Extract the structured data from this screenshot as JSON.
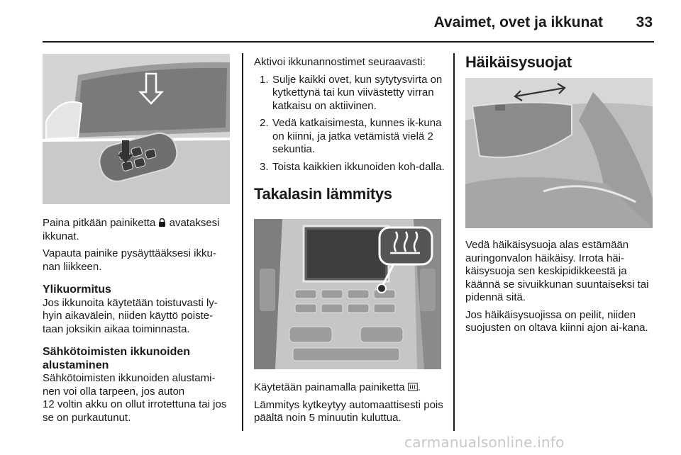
{
  "header": {
    "title": "Avaimet, ovet ja ikkunat",
    "page_number": "33"
  },
  "left_column": {
    "para1_a": "Paina pitkään painiketta ",
    "para1_icon": "lock-icon",
    "para1_b": " avataksesi ikkunat.",
    "para2": "Vapauta painike pysäyttääksesi ikku-nan liikkeen.",
    "overload_heading": "Ylikuormitus",
    "overload_text": "Jos ikkunoita käytetään toistuvasti ly-hyin aikavälein, niiden käyttö poiste-taan joksikin aikaa toiminnasta.",
    "init_heading": "Sähkötoimisten ikkunoiden alustaminen",
    "init_text_1": "Sähkötoimisten ikkunoiden alustami-nen voi olla tarpeen, jos auton",
    "init_text_2": "12 voltin akku on ollut irrotettuna tai jos se on purkautunut."
  },
  "middle_column": {
    "intro": "Aktivoi ikkunannostimet seuraavasti:",
    "steps": [
      {
        "num": "1.",
        "text": "Sulje kaikki ovet, kun sytytysvirta on kytkettynä tai kun viivästetty virran katkaisu on aktiivinen."
      },
      {
        "num": "2.",
        "text": "Vedä katkaisimesta, kunnes ik-kuna on kiinni, ja jatka vetämistä vielä 2 sekuntia."
      },
      {
        "num": "3.",
        "text": "Toista kaikkien ikkunoiden koh-dalla."
      }
    ],
    "section_heading": "Takalasin lämmitys",
    "usage_a": "Käytetään painamalla painiketta ",
    "usage_icon": "rear-defrost-icon",
    "usage_b": ".",
    "auto_off": "Lämmitys kytkeytyy automaattisesti pois päältä noin 5 minuutin kuluttua."
  },
  "right_column": {
    "section_heading": "Häikäisysuojat",
    "para1": "Vedä häikäisysuoja alas estämään auringonvalon häikäisy. Irrota häi-käisysuoja sen keskipidikkeestä ja käännä se sivuikkunan suuntaiseksi tai pidennä sitä.",
    "para2": "Jos häikäisysuojissa on peilit, niiden suojusten on oltava kiinni ajon ai-kana."
  },
  "watermark": "carmanualsonline.info"
}
